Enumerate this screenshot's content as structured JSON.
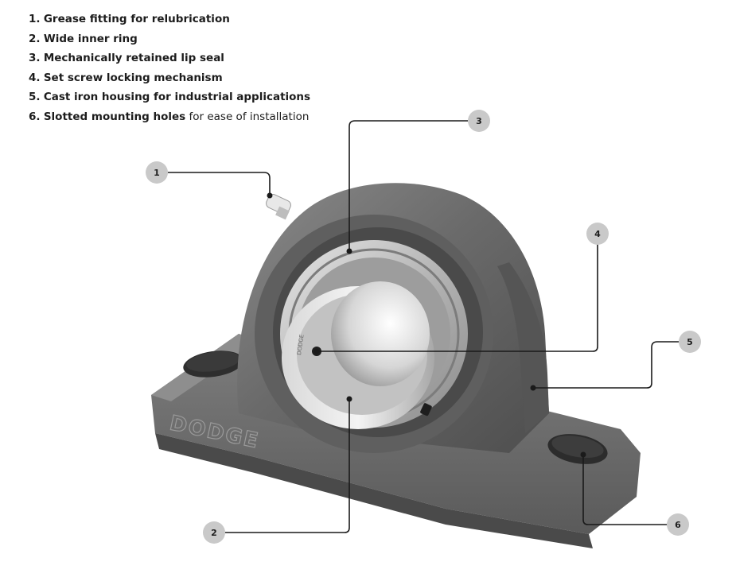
{
  "legend": [
    {
      "num": "1.",
      "bold": "Grease fitting for relubrication",
      "rest": ""
    },
    {
      "num": "2.",
      "bold": "Wide inner ring",
      "rest": ""
    },
    {
      "num": "3.",
      "bold": "Mechanically retained lip seal",
      "rest": ""
    },
    {
      "num": "4.",
      "bold": "Set screw locking mechanism",
      "rest": ""
    },
    {
      "num": "5.",
      "bold": "Cast iron housing for industrial applications",
      "rest": ""
    },
    {
      "num": "6.",
      "bold": "Slotted mounting holes",
      "rest": " for ease of installation"
    }
  ],
  "callouts": [
    {
      "label": "1"
    },
    {
      "label": "2"
    },
    {
      "label": "3"
    },
    {
      "label": "4"
    },
    {
      "label": "5"
    },
    {
      "label": "6"
    }
  ],
  "product": {
    "housing_mark": "DODGE",
    "ring_mark": "DODGE"
  },
  "colors": {
    "callout_circle": "#c9c9c9",
    "leader_line": "#1a1a1a",
    "housing": "#6d6d6d"
  }
}
